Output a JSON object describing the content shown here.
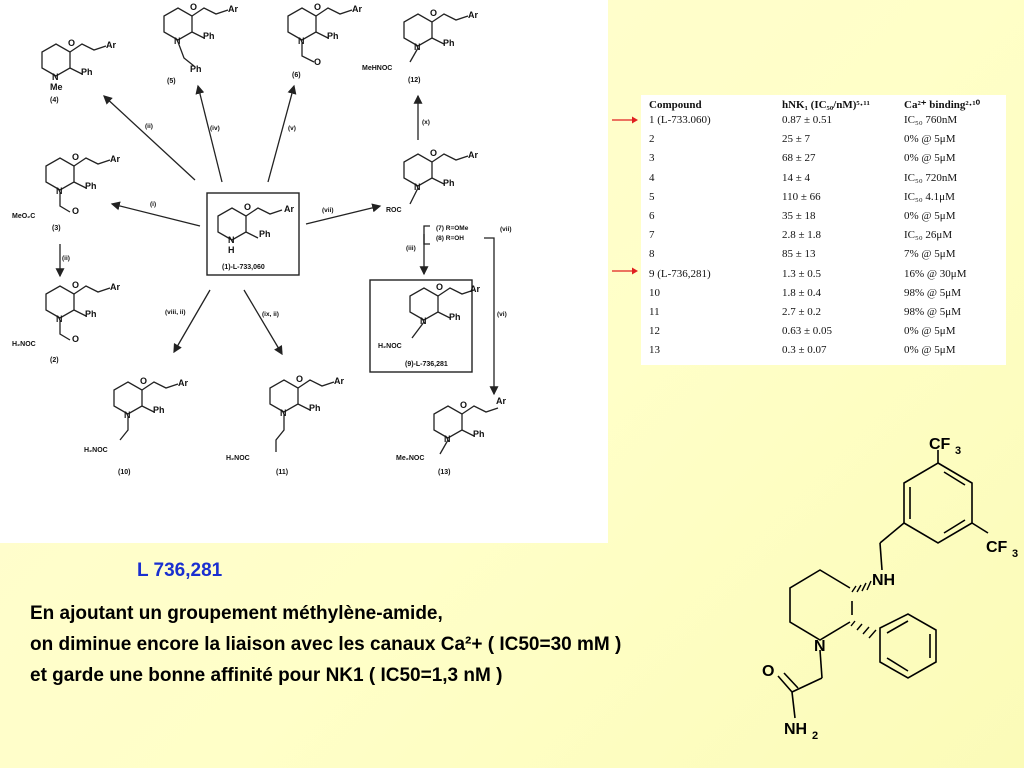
{
  "scheme": {
    "center_label": "(1)-L-733,060",
    "highlight_label": "(9)-L-736,281",
    "compounds": {
      "c4": "(4)",
      "c5": "(5)",
      "c6": "(6)",
      "c12": "(12)",
      "c3": "(3)",
      "c2": "(2)",
      "c10": "(10)",
      "c11": "(11)",
      "c13": "(13)"
    },
    "reagents": {
      "r2": "(ii)",
      "r4": "(iv)",
      "r5": "(v)",
      "r10": "(x)",
      "r1": "(i)",
      "r7": "(vii)",
      "r2b": "(ii)",
      "r8": "(viii, ii)",
      "r9": "(ix, ii)",
      "r3": "(iii)",
      "r12": "(vii)",
      "r6": "(vi)",
      "bracket7": "(7) R=OMe",
      "bracket8": "(8) R=OH"
    },
    "atoms": {
      "N": "N",
      "H": "H",
      "Me": "Me",
      "O": "O",
      "Ar": "Ar",
      "Ph": "Ph",
      "ROC": "ROC",
      "MeHNOC": "MeHNOC",
      "MeO2C": "MeO₂C",
      "H2NOC": "H₂NOC",
      "Me2NOC": "Me₂NOC"
    }
  },
  "table": {
    "headers": [
      "Compound",
      "hNK₁ (IC₅₀/nM)⁵·¹¹",
      "Ca²⁺ binding²·¹⁰"
    ],
    "rows": [
      [
        "1 (L-733.060)",
        "0.87 ±  0.51",
        "IC₅₀ 760nM"
      ],
      [
        "2",
        "25   ±  7",
        "0% @ 5μM"
      ],
      [
        "3",
        "68   ±  27",
        "0% @ 5μM"
      ],
      [
        "4",
        "14   ±  4",
        "IC₅₀ 720nM"
      ],
      [
        "5",
        "110 ±  66",
        "IC₅₀ 4.1μM"
      ],
      [
        "6",
        "35   ±  18",
        "0% @ 5μM"
      ],
      [
        "7",
        "2.8  ±  1.8",
        "IC₅₀ 26μM"
      ],
      [
        "8",
        "85   ±  13",
        "7% @ 5μM"
      ],
      [
        "9 (L-736,281)",
        "1.3   ±  0.5",
        "16% @ 30μM"
      ],
      [
        "10",
        "1.8   ±  0.4",
        "98% @ 5μM"
      ],
      [
        "11",
        "2.7   ±  0.2",
        "98% @ 5μM"
      ],
      [
        "12",
        "0.63 ±  0.05",
        "0% @ 5μM"
      ],
      [
        "13",
        "0.3   ±  0.07",
        "0% @ 5μM"
      ]
    ]
  },
  "title": "L 736,281",
  "description": [
    "En ajoutant un groupement  méthylène-amide,",
    "on diminue encore la liaison avec les canaux Ca²+ ( IC50=30 mM )",
    "et garde une bonne affinité pour NK1 ( IC50=1,3 nM )"
  ],
  "structure": {
    "cf3_top": "CF",
    "cf3_top_sub": "3",
    "cf3_right": "CF",
    "cf3_right_sub": "3",
    "nh": "NH",
    "n": "N",
    "o": "O",
    "nh2": "NH",
    "nh2_sub": "2"
  },
  "colors": {
    "title": "#1a2fd0",
    "marker": "#e02020",
    "background": "#ffffc8"
  }
}
